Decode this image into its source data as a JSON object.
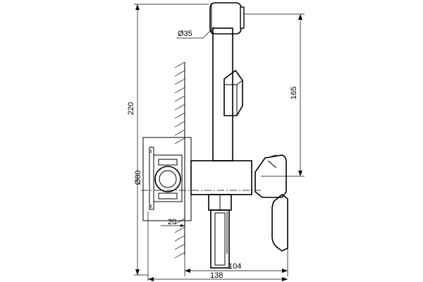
{
  "dimensions": {
    "overall_height": "220",
    "hose_height": "165",
    "head_diameter": "Ø35",
    "plate_diameter": "Ø80",
    "recess_depth": "20",
    "projection_body": "104",
    "projection_total": "138"
  },
  "colors": {
    "line": "#000000",
    "background": "#ffffff"
  }
}
